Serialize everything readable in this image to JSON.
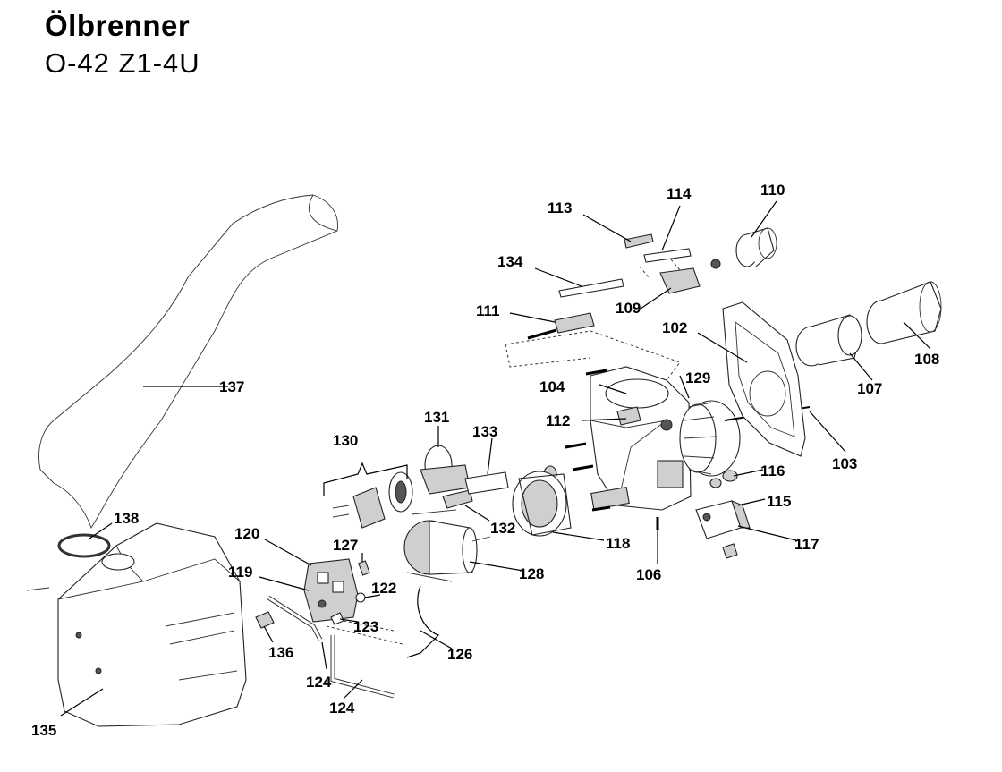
{
  "header": {
    "title": "Ölbrenner",
    "model": "O-42 Z1-4U"
  },
  "parts": {
    "p102": "102",
    "p103": "103",
    "p104": "104",
    "p106": "106",
    "p107": "107",
    "p108": "108",
    "p109": "109",
    "p110": "110",
    "p111": "111",
    "p112": "112",
    "p113": "113",
    "p114": "114",
    "p115": "115",
    "p116": "116",
    "p117": "117",
    "p118": "118",
    "p119": "119",
    "p120": "120",
    "p122": "122",
    "p123": "123",
    "p124a": "124",
    "p124b": "124",
    "p126": "126",
    "p127": "127",
    "p128": "128",
    "p129": "129",
    "p130": "130",
    "p131": "131",
    "p132": "132",
    "p133": "133",
    "p134": "134",
    "p135": "135",
    "p136": "136",
    "p137": "137",
    "p138": "138"
  }
}
